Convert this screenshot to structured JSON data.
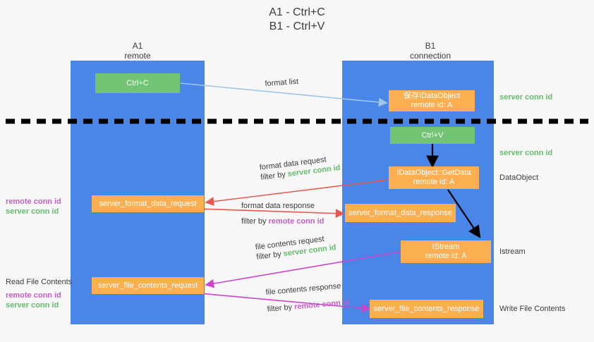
{
  "title": {
    "line1": "A1 - Ctrl+C",
    "line2": "B1 - Ctrl+V"
  },
  "columns": [
    {
      "name": "A1",
      "sub": "remote"
    },
    {
      "name": "B1",
      "sub": "connection"
    }
  ],
  "nodes": {
    "ctrl_c": {
      "line1": "Ctrl+C"
    },
    "save_idataobject": {
      "line1": "保存IDataObject",
      "line2": "remote id: A"
    },
    "ctrl_v": {
      "line1": "Ctrl+V"
    },
    "getdata": {
      "line1": "IDataObject::GetData",
      "line2": "remote id: A"
    },
    "server_format_data_request": {
      "line1": "server_format_data_request"
    },
    "server_format_data_response": {
      "line1": "server_format_data_response"
    },
    "istream": {
      "line1": "IStream",
      "line2": "remote id: A"
    },
    "server_file_contents_request": {
      "line1": "server_file_contents_request"
    },
    "server_file_contents_response": {
      "line1": "server_file_contents_response"
    }
  },
  "edges": {
    "format_list": {
      "text": "format list"
    },
    "format_data_request": {
      "text": "format data request",
      "filter_prefix": "filter by ",
      "filter_value": "server conn id"
    },
    "format_data_response": {
      "text": "format data response",
      "filter_prefix": "filter by ",
      "filter_value": "remote conn id"
    },
    "file_contents_request": {
      "text": "file contents request",
      "filter_prefix": "filter by ",
      "filter_value": "server conn id"
    },
    "file_contents_response": {
      "text": "file contents response",
      "filter_prefix": "filter by ",
      "filter_value": "remote conn id"
    }
  },
  "right_labels": {
    "server_conn_id_top": "server conn id",
    "server_conn_id_mid": "server conn id",
    "dataobject": "DataObject",
    "istream": "Istream",
    "write_file_contents": "Write File Contents"
  },
  "left_labels": {
    "conn_pair_top": {
      "remote": "remote conn id",
      "server": "server conn id"
    },
    "read_file_contents": "Read File Contents",
    "conn_pair_bottom": {
      "remote": "remote conn id",
      "server": "server conn id"
    }
  },
  "colors": {
    "lane": "#4a86e8",
    "green_node": "#74c476",
    "orange_node": "#fbaf50",
    "green_text": "#63bd6a",
    "magenta_text": "#c65ec6",
    "arrow_blue": "#9fc5e8",
    "arrow_red": "#e8584f",
    "arrow_magenta": "#cc44cc",
    "arrow_black": "#000000",
    "background": "#f7f7f7"
  }
}
